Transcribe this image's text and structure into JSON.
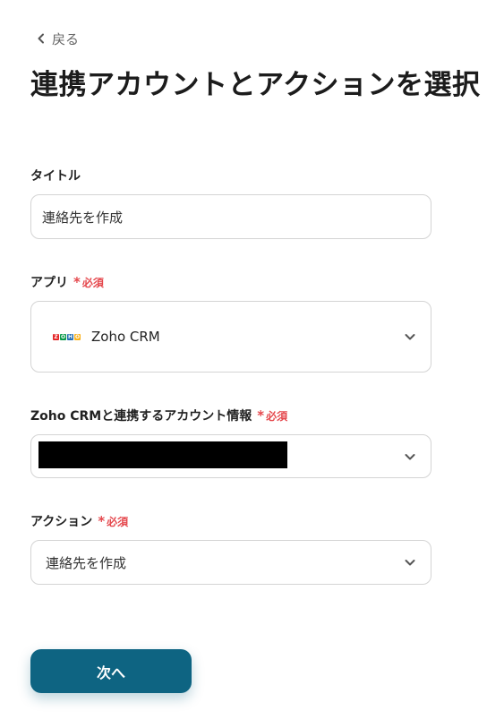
{
  "nav": {
    "back_label": "戻る"
  },
  "page": {
    "title": "連携アカウントとアクションを選択"
  },
  "required_label": "必須",
  "fields": {
    "title": {
      "label": "タイトル",
      "value": "連絡先を作成"
    },
    "app": {
      "label": "アプリ",
      "value": "Zoho CRM",
      "icon": "zoho-logo-icon"
    },
    "account": {
      "label": "Zoho CRMと連携するアカウント情報",
      "value": ""
    },
    "action": {
      "label": "アクション",
      "value": "連絡先を作成"
    }
  },
  "buttons": {
    "next_label": "次へ"
  },
  "colors": {
    "primary": "#0e6482",
    "required": "#e5484d",
    "border": "#d4d4d4",
    "zoho_red": "#e42527",
    "zoho_green": "#089949",
    "zoho_blue": "#226db4",
    "zoho_yellow": "#f9b21d"
  }
}
